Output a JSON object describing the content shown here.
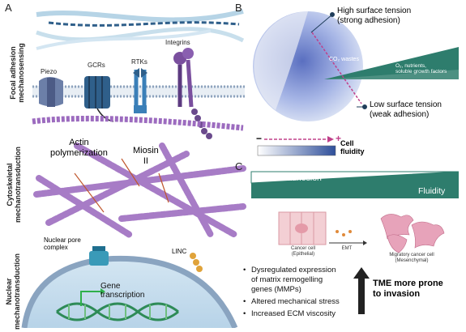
{
  "panels": {
    "a": "A",
    "b": "B",
    "c": "C"
  },
  "panel_a": {
    "row1_label": "Focal adhesion\nmechanosensing",
    "row2_label": "Cytoskeletal\nmechanotransduction",
    "row3_label": "Nuclear\nmechanotransduction",
    "piezo": "Piezo",
    "gcrs": "GCRs",
    "rtks": "RTKs",
    "integrins": "Integrins",
    "actin": "Actin\npolymerization",
    "miosin": "Miosin\nII",
    "npc": "Nuclear pore\ncomplex",
    "linc": "LINC",
    "gene": "Gene\ntranscription"
  },
  "panel_b": {
    "high": "High surface tension\n(strong adhesion)",
    "co2": "CO₂ wastes",
    "o2": "O₂, nutrients,\nsoluble growth factors",
    "low": "Low surface tension\n(weak adhesion)",
    "minus": "−",
    "plus": "+",
    "fluidity": "Cell\nfluidity"
  },
  "panel_c": {
    "adhesion": "Cell-cell adhesion",
    "fluidity": "Fluidity",
    "epithelial": "Cancer cell\n(Epithelial)",
    "emt": "EMT",
    "mesenchymal": "Migratory cancer cell\n(Mesenchymal)",
    "bullets": [
      "Dysregulated expression\nof matrix remogelling\ngenes (MMPs)",
      "Altered mechanical stress",
      "Increased ECM viscosity"
    ],
    "tme": "TME more prone\nto invasion"
  },
  "colors": {
    "teal": "#2e7d6d",
    "purple": "#8a4fa5",
    "blue": "#3a6fb5",
    "dark": "#1f3d5a"
  }
}
